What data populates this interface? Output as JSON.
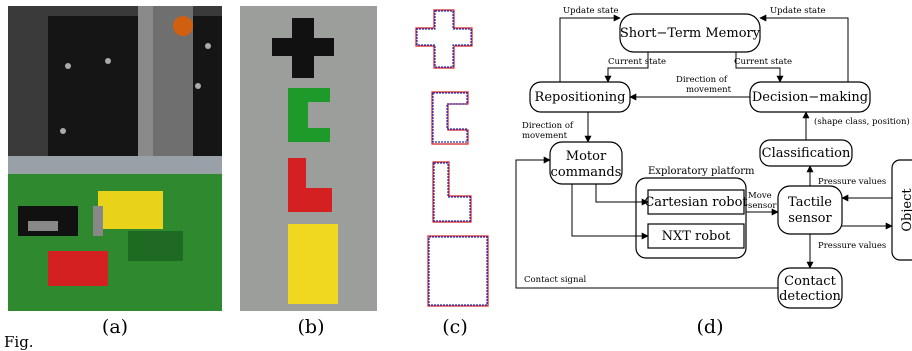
{
  "figure": {
    "fig_label": "Fig.",
    "captions": [
      "(a)",
      "(b)",
      "(c)",
      "(d)"
    ]
  },
  "photos": {
    "a_desc_colors": [
      "#1a1a1a",
      "#e8d21a",
      "#d42020",
      "#1e7a22"
    ],
    "b_block_colors": [
      "#111111",
      "#1e9a2a",
      "#d42020",
      "#f0d820"
    ]
  },
  "diagram": {
    "short_term_memory": "Short−Term Memory",
    "repositioning": "Repositioning",
    "decision_making": "Decision−making",
    "classification": "Classification",
    "motor_commands_1": "Motor",
    "motor_commands_2": "commands",
    "exploratory_platform": "Exploratory platform",
    "cartesian_robot": "Cartesian robot",
    "nxt_robot": "NXT robot",
    "tactile_sensor_1": "Tactile",
    "tactile_sensor_2": "sensor",
    "contact_detection_1": "Contact",
    "contact_detection_2": "detection",
    "object": "Object",
    "update_state_left": "Update state",
    "update_state_right": "Update state",
    "current_state_left": "Current state",
    "current_state_right": "Current state",
    "direction_of_movement_top_1": "Direction of",
    "direction_of_movement_top_2": "movement",
    "direction_of_movement_left_1": "Direction of",
    "direction_of_movement_left_2": "movement",
    "shape_class_position": "(shape class, position)",
    "pressure_values_top": "Pressure values",
    "pressure_values_bottom": "Pressure values",
    "move_sensor_1": "Move",
    "move_sensor_2": "sensor",
    "contact_signal": "Contact signal"
  }
}
